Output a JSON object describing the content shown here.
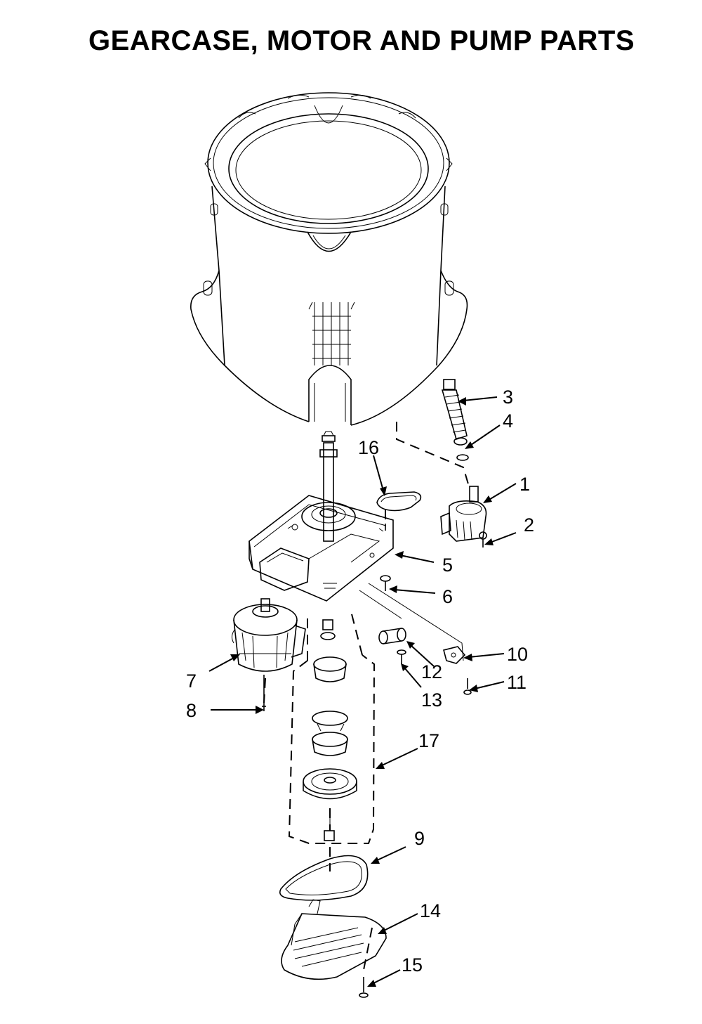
{
  "title": "GEARCASE, MOTOR AND PUMP PARTS",
  "callouts": [
    {
      "id": "1",
      "part_icon": "drain-pump-icon"
    },
    {
      "id": "2",
      "part_icon": "screw-icon"
    },
    {
      "id": "3",
      "part_icon": "drain-hose-icon"
    },
    {
      "id": "4",
      "part_icon": "hose-clamp-icon"
    },
    {
      "id": "5",
      "part_icon": "gearcase-icon"
    },
    {
      "id": "6",
      "part_icon": "bolt-icon"
    },
    {
      "id": "7",
      "part_icon": "drive-motor-icon"
    },
    {
      "id": "8",
      "part_icon": "pin-icon"
    },
    {
      "id": "9",
      "part_icon": "drive-belt-icon"
    },
    {
      "id": "10",
      "part_icon": "bracket-icon"
    },
    {
      "id": "11",
      "part_icon": "screw-icon"
    },
    {
      "id": "12",
      "part_icon": "capacitor-icon"
    },
    {
      "id": "13",
      "part_icon": "screw-icon"
    },
    {
      "id": "14",
      "part_icon": "motor-shield-icon"
    },
    {
      "id": "15",
      "part_icon": "screw-icon"
    },
    {
      "id": "16",
      "part_icon": "gasket-icon"
    },
    {
      "id": "17",
      "part_icon": "pulley-kit-icon"
    }
  ]
}
